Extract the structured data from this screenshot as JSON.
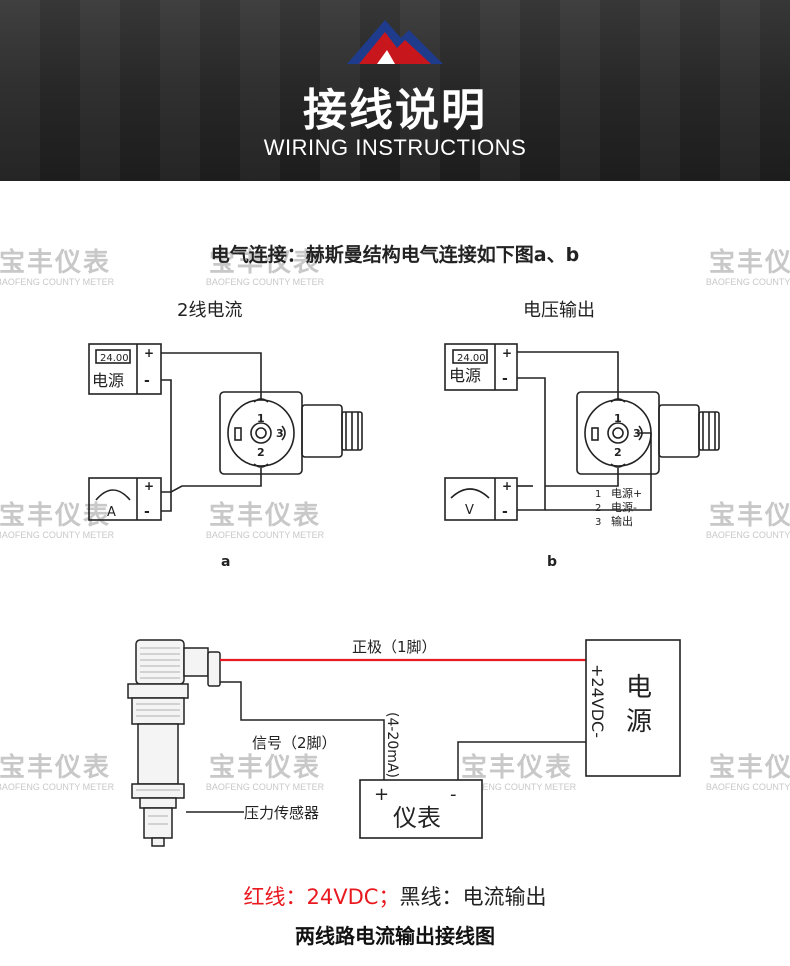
{
  "header": {
    "title": "接线说明",
    "subtitle": "WIRING INSTRUCTIONS"
  },
  "watermark": {
    "cn": "宝丰仪表",
    "en": "BAOFENG COUNTY METER"
  },
  "section_title": "电气连接：赫斯曼结构电气连接如下图a、b",
  "diagram_a": {
    "title": "2线电流",
    "display": "24.00",
    "power_label": "电源",
    "meter_label": "A",
    "caption": "a",
    "pin_top": "1",
    "pin_bottom": "2",
    "pin_right": "3"
  },
  "diagram_b": {
    "title": "电压输出",
    "display": "24.00",
    "power_label": "电源",
    "meter_label": "V",
    "caption": "b",
    "pin_top": "1",
    "pin_bottom": "2",
    "pin_right": "3",
    "legend": [
      {
        "num": "1",
        "text": "电源+"
      },
      {
        "num": "2",
        "text": "电源-"
      },
      {
        "num": "3",
        "text": "输出"
      }
    ]
  },
  "terminals": {
    "plus": "+",
    "minus": "-"
  },
  "wiring": {
    "positive_label": "正极（1脚）",
    "signal_label": "信号（2脚）",
    "current_range": "(4-20mA)",
    "meter_label": "仪表",
    "meter_plus": "+",
    "meter_minus": "-",
    "sensor_label": "压力传感器",
    "power_label": "电源",
    "power_voltage": "+24VDC-"
  },
  "legend_line": {
    "red_text": "红线：24VDC；",
    "black_text": "黑线：电流输出"
  },
  "footer_title": "两线路电流输出接线图",
  "colors": {
    "red_wire": "#e8191f",
    "banner_bg": "#2a2a2a",
    "logo_red": "#c8161d",
    "logo_blue": "#1f3c8c"
  }
}
